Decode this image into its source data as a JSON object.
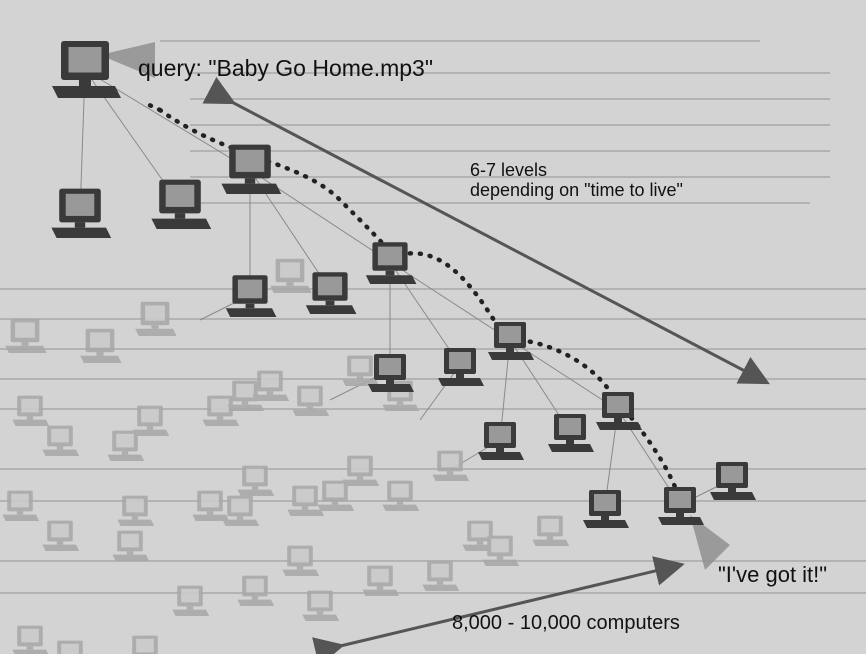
{
  "labels": {
    "query": "query: \"Baby Go Home.mp3\"",
    "levels_line1": "6-7 levels",
    "levels_line2": "depending on \"time to live\"",
    "found": "\"I've got it!\"",
    "network_size": "8,000 - 10,000 computers"
  },
  "colors": {
    "background": "#d3d3d3",
    "arrow": "#555555",
    "dots": "#222222",
    "links": "#8a8a8a",
    "monitor_dark": "#3a3a3a",
    "monitor_faded": "#a8a8a8"
  },
  "icons": [
    "computer-icon",
    "arrow-icon",
    "dotted-path-icon"
  ]
}
